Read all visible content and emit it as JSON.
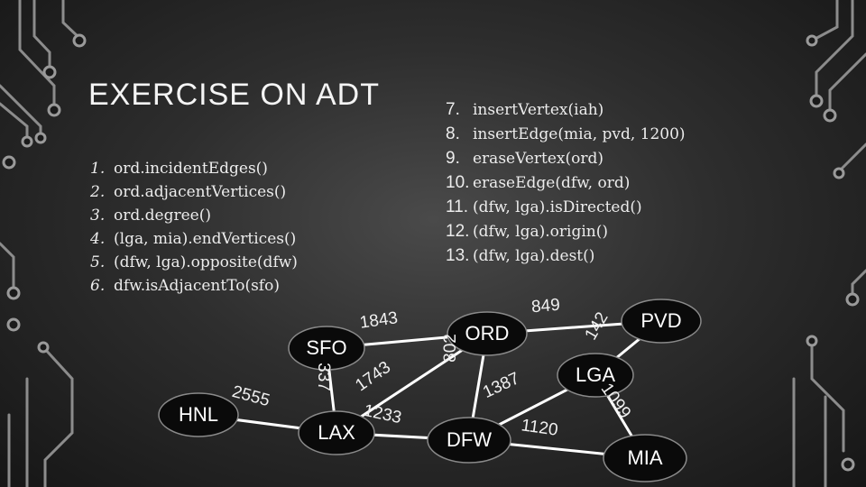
{
  "slide": {
    "title": "EXERCISE ON ADT"
  },
  "operations_left": [
    {
      "num": "1.",
      "text": "ord.incidentEdges()"
    },
    {
      "num": "2.",
      "text": "ord.adjacentVertices()"
    },
    {
      "num": "3.",
      "text": "ord.degree()"
    },
    {
      "num": "4.",
      "text": "(lga, mia).endVertices()"
    },
    {
      "num": "5.",
      "text": "(dfw, lga).opposite(dfw)"
    },
    {
      "num": "6.",
      "text": "dfw.isAdjacentTo(sfo)"
    }
  ],
  "operations_right": [
    {
      "num": "7.",
      "text": "insertVertex(iah)"
    },
    {
      "num": "8.",
      "text": "insertEdge(mia, pvd, 1200)"
    },
    {
      "num": "9.",
      "text": "eraseVertex(ord)"
    },
    {
      "num": "10.",
      "text": "eraseEdge(dfw, ord)"
    },
    {
      "num": "11.",
      "text": "(dfw, lga).isDirected()"
    },
    {
      "num": "12.",
      "text": "(dfw, lga).origin()"
    },
    {
      "num": "13.",
      "text": "(dfw, lga).dest()"
    }
  ],
  "graph": {
    "vertices": [
      {
        "id": "HNL",
        "label": "HNL"
      },
      {
        "id": "SFO",
        "label": "SFO"
      },
      {
        "id": "LAX",
        "label": "LAX"
      },
      {
        "id": "ORD",
        "label": "ORD"
      },
      {
        "id": "DFW",
        "label": "DFW"
      },
      {
        "id": "PVD",
        "label": "PVD"
      },
      {
        "id": "LGA",
        "label": "LGA"
      },
      {
        "id": "MIA",
        "label": "MIA"
      }
    ],
    "edges": [
      {
        "from": "HNL",
        "to": "LAX",
        "weight": "2555"
      },
      {
        "from": "SFO",
        "to": "LAX",
        "weight": "337"
      },
      {
        "from": "SFO",
        "to": "ORD",
        "weight": "1843"
      },
      {
        "from": "LAX",
        "to": "ORD",
        "weight": "1743"
      },
      {
        "from": "LAX",
        "to": "DFW",
        "weight": "1233"
      },
      {
        "from": "ORD",
        "to": "DFW",
        "weight": "802"
      },
      {
        "from": "ORD",
        "to": "PVD",
        "weight": "849"
      },
      {
        "from": "LGA",
        "to": "PVD",
        "weight": "142"
      },
      {
        "from": "DFW",
        "to": "LGA",
        "weight": "1387"
      },
      {
        "from": "DFW",
        "to": "MIA",
        "weight": "1120"
      },
      {
        "from": "LGA",
        "to": "MIA",
        "weight": "1099"
      }
    ]
  },
  "colors": {
    "node_fill": "#0a0a0a",
    "node_stroke": "#8a8a8a",
    "edge": "#ffffff",
    "circuit": "#9a9a9a"
  }
}
